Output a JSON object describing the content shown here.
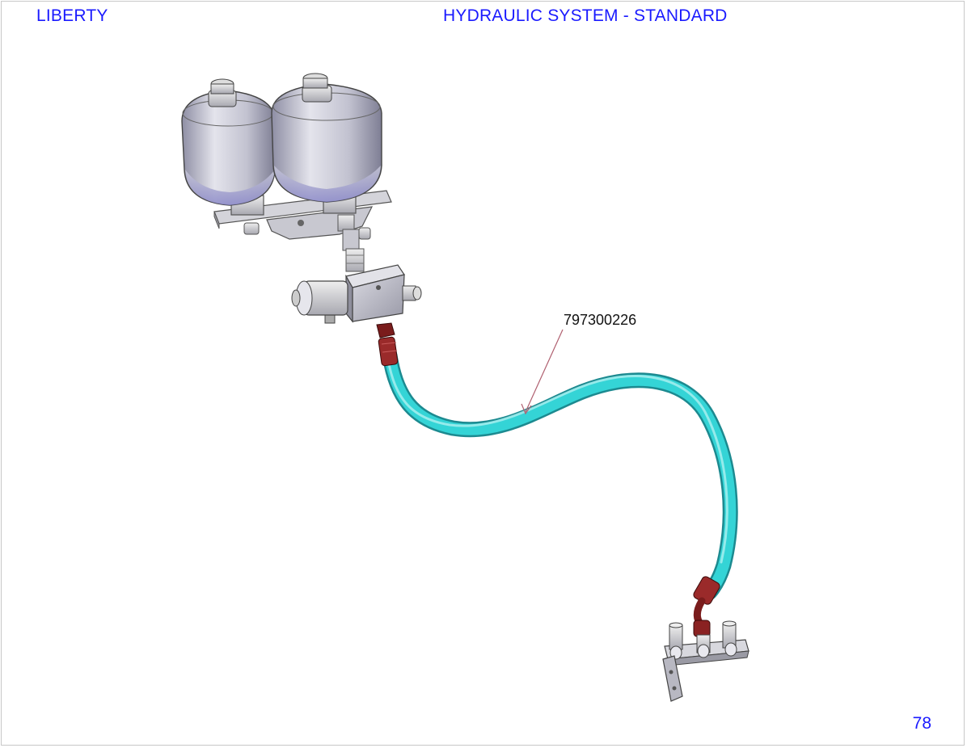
{
  "header": {
    "left_title": "LIBERTY",
    "center_title": "HYDRAULIC SYSTEM - STANDARD"
  },
  "callouts": [
    {
      "part_number": "797300226"
    }
  ],
  "footer": {
    "page_number": "78"
  },
  "colors": {
    "header_text": "#1a1aff",
    "hose": "#2ec9cc",
    "fitting": "#8a2020",
    "metal": "#c4c4cc",
    "leader_line": "#b06070"
  }
}
